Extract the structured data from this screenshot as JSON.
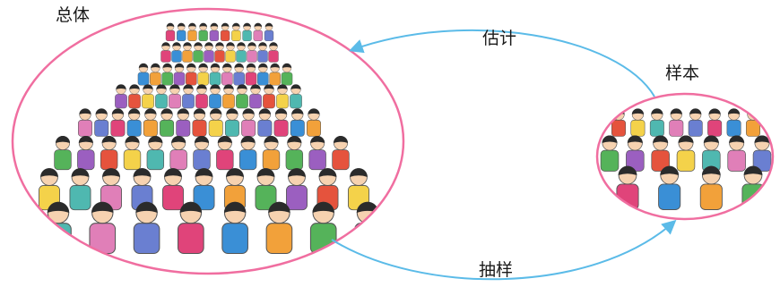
{
  "diagram": {
    "population_label": "总体",
    "sample_label": "样本",
    "estimate_label": "估计",
    "sampling_label": "抽样"
  },
  "colors": {
    "ellipse_border": "#f06ea0",
    "arrow": "#5bbbe8"
  },
  "icons": {
    "population_crowd": "crowd-illustration",
    "sample_crowd": "small-crowd-illustration"
  }
}
